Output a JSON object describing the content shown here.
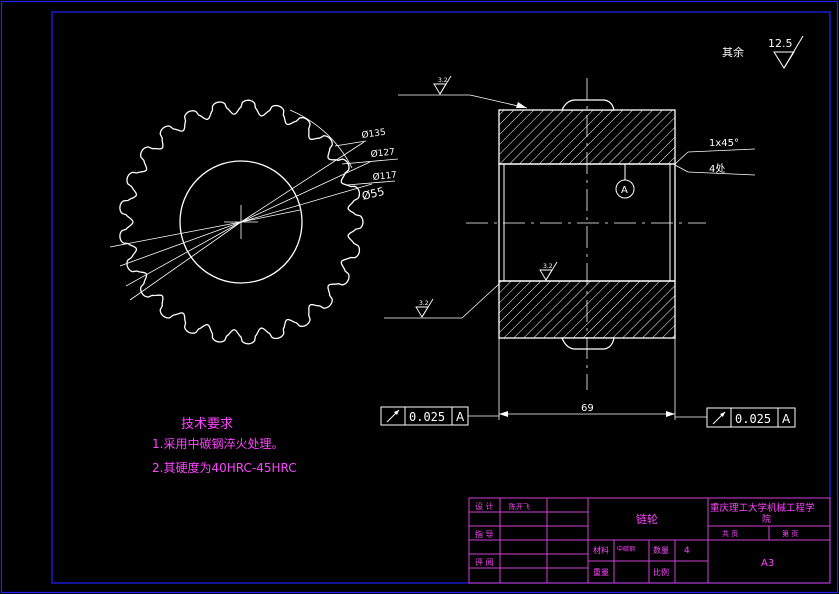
{
  "roughness": {
    "other_label": "其余",
    "other_value": "12.5",
    "surface_top": "3.2",
    "surface_bore": "3.2",
    "surface_left": "3.2"
  },
  "dimensions": {
    "d1": "Ø135",
    "d2": "Ø127",
    "d3": "Ø117",
    "d4": "Ø55",
    "chamfer": "1x45°",
    "chamfer_count": "4处",
    "width": "69",
    "datum": "A"
  },
  "tolerance": {
    "left": {
      "value": "0.025",
      "datum": "A"
    },
    "right": {
      "value": "0.025",
      "datum": "A"
    }
  },
  "tech": {
    "title": "技术要求",
    "line1": "1.采用中碳钢淬火处理。",
    "line2": "2.其硬度为40HRC-45HRC"
  },
  "title_block": {
    "design_label": "设 计",
    "design_name": "陈开飞",
    "guide_label": "指 导",
    "review_label": "评 阅",
    "part_name": "链轮",
    "school_line1": "重庆理工大学机械工程学",
    "school_line2": "院",
    "pages_total": "共   页",
    "pages_current": "第   页",
    "material_label": "材料",
    "material_value": "中碳钢",
    "qty_label": "数量",
    "qty_value": "4",
    "weight_label": "重量",
    "scale_label": "比例",
    "sheet_size": "A3"
  },
  "colors": {
    "line": "#ffffff",
    "border": "#2222ff",
    "magenta": "#ff44ff",
    "table": "#d040d0"
  }
}
